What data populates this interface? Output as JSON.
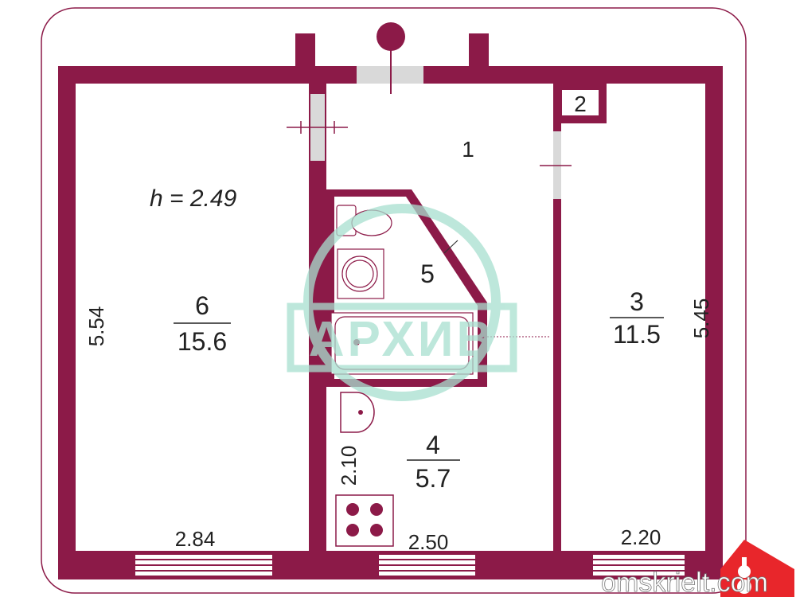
{
  "plan": {
    "ceiling_height": "h = 2.49",
    "rooms": [
      {
        "number": "1"
      },
      {
        "number": "2"
      },
      {
        "number": "3",
        "area": "11.5"
      },
      {
        "number": "4",
        "area": "5.7"
      },
      {
        "number": "5"
      },
      {
        "number": "6",
        "area": "15.6"
      }
    ],
    "dimensions": {
      "left_height": "5.54",
      "right_height": "5.45",
      "kitchen_height": "2.10",
      "left_width": "2.84",
      "middle_width": "2.50",
      "right_width": "2.20"
    }
  },
  "watermark": {
    "stamp_text": "АРХИВ",
    "site": "omskrielt.com"
  },
  "colors": {
    "wall": "#8c1a48",
    "stamp": "#a8e0cf",
    "logo": "#e8262b",
    "opening": "#d9d9d9"
  }
}
